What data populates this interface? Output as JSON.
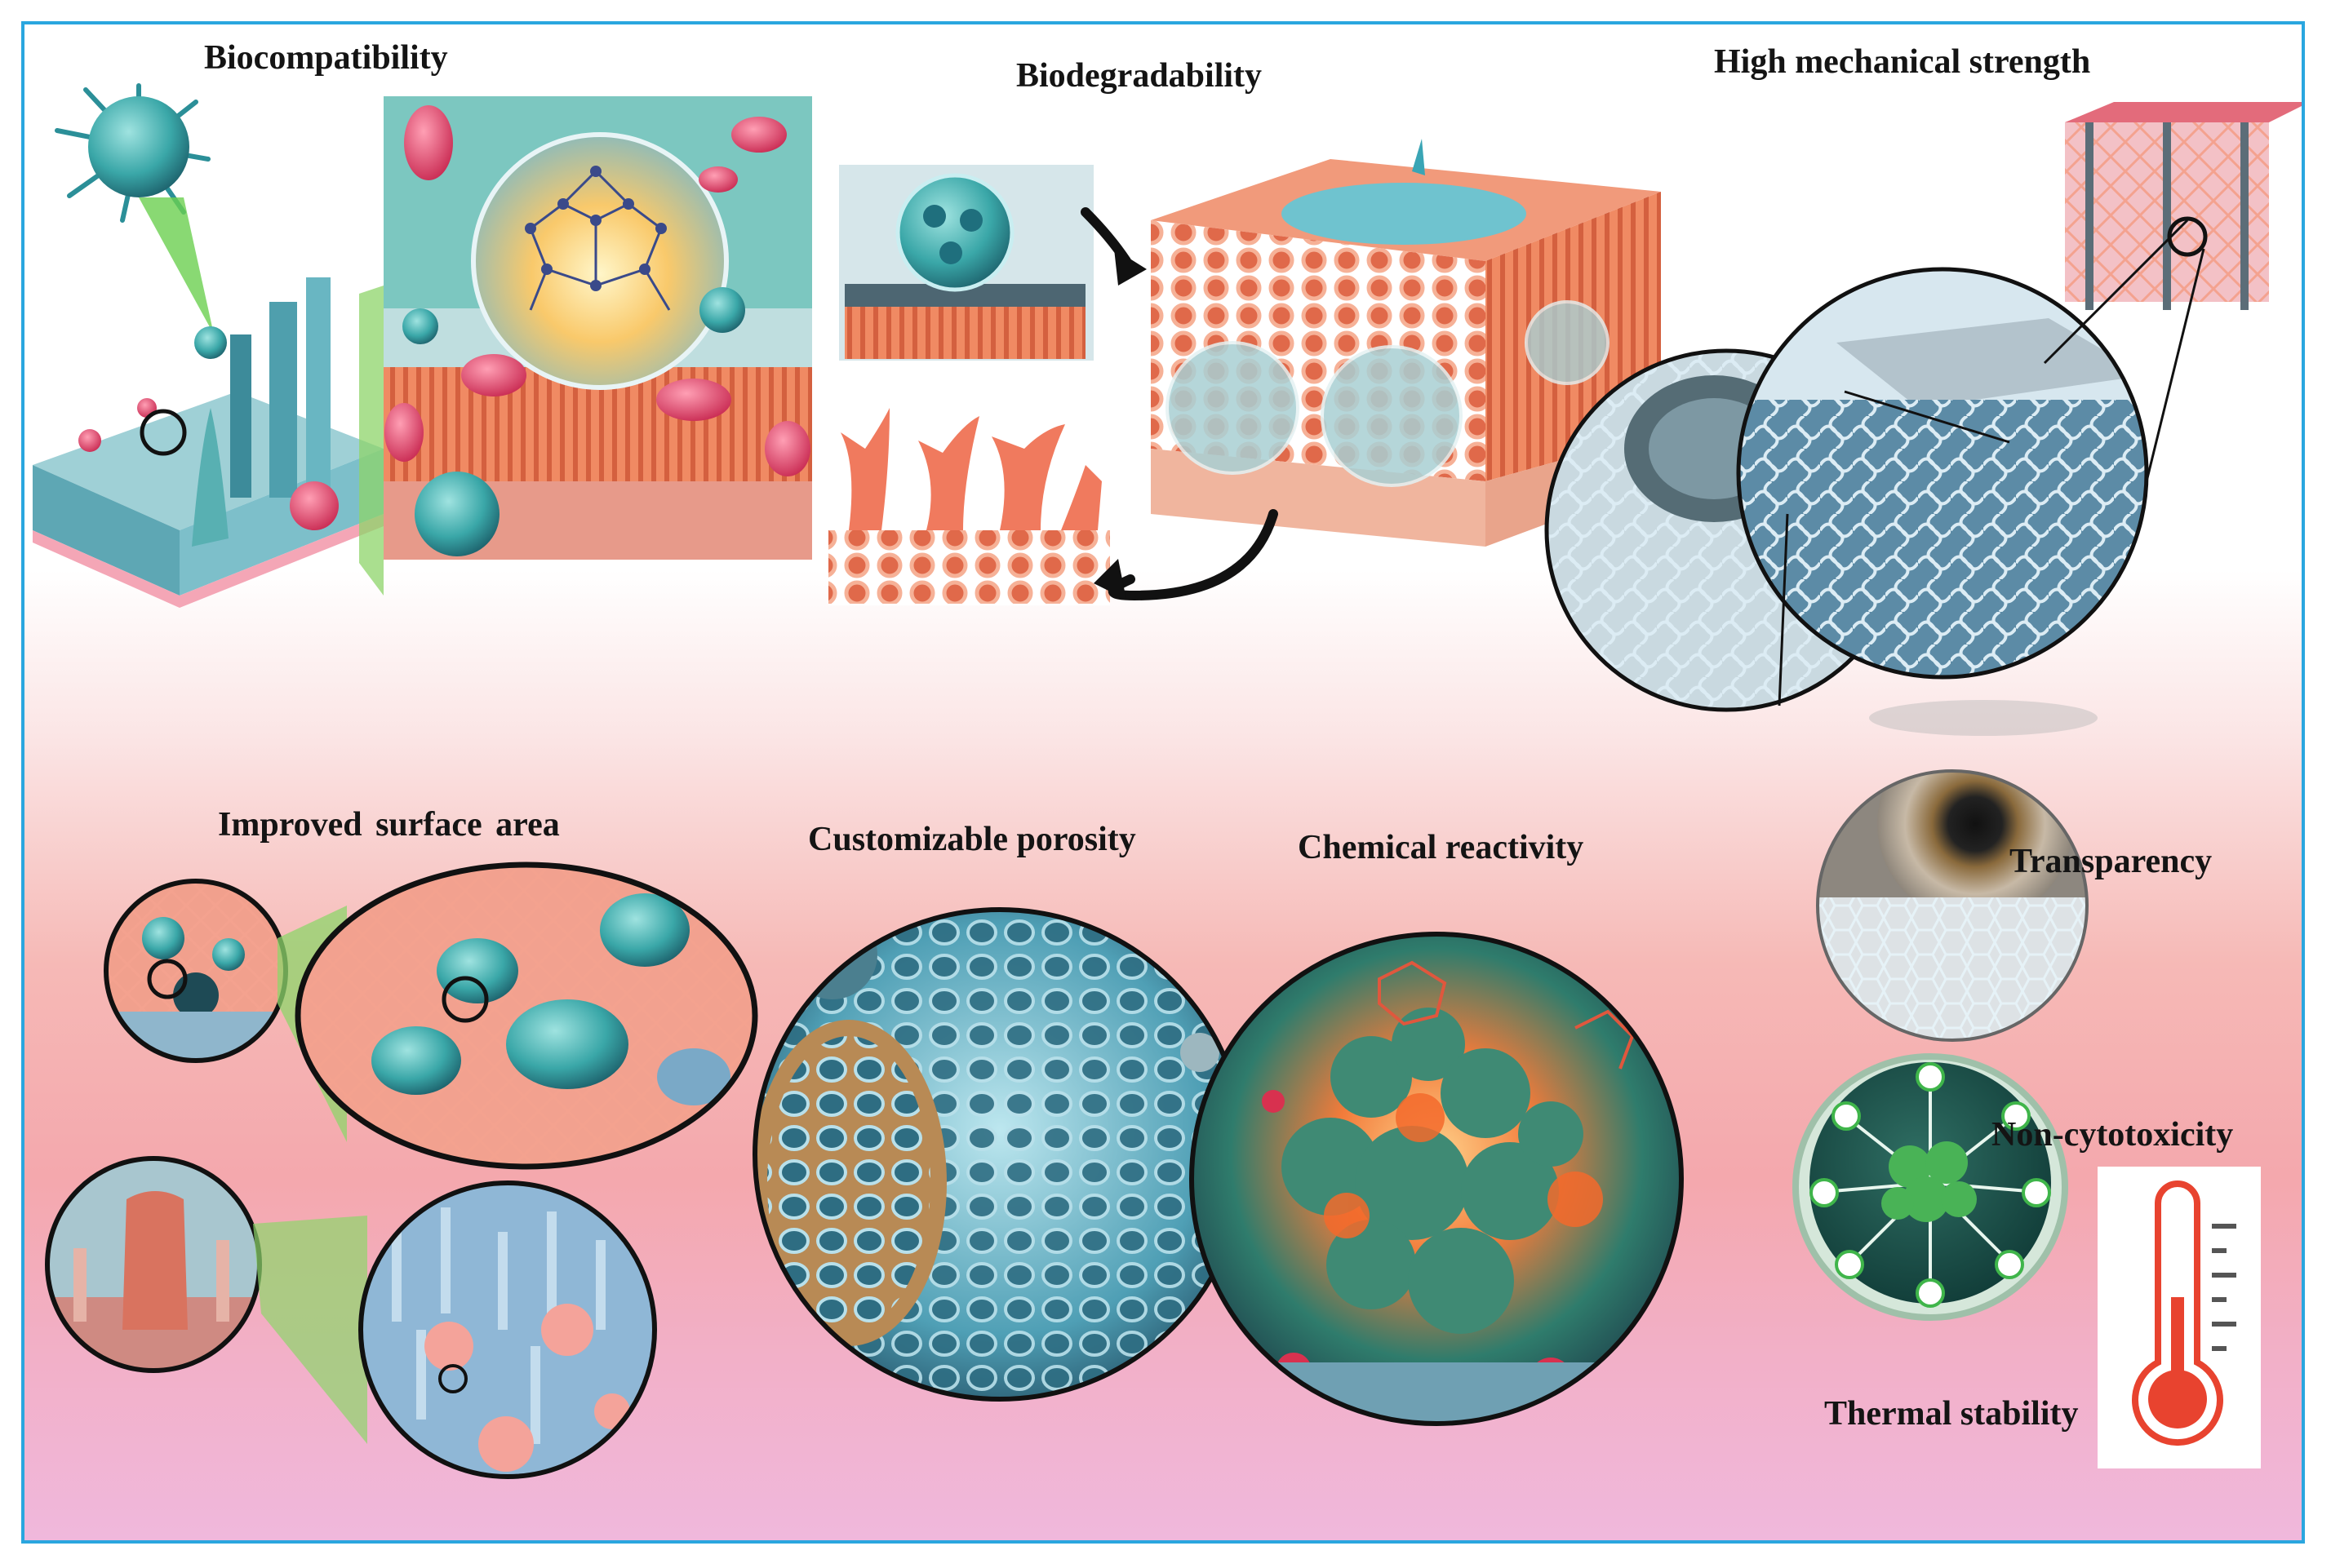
{
  "labels": {
    "biocompatibility": "Biocompatibility",
    "biodegradability": "Biodegradability",
    "mechanical": "High mechanical strength",
    "surface": "Improved surface area",
    "porosity": "Customizable porosity",
    "reactivity": "Chemical reactivity",
    "transparency": "Transparency",
    "noncyto": "Non-cytotoxicity",
    "thermal": "Thermal stability"
  },
  "colors": {
    "frame": "#2aa6df",
    "teal": "#3aa7a8",
    "coral": "#f07a5e",
    "blood": "#e2456b",
    "steel": "#8fb3c9",
    "thermo": "#e8432f",
    "check": "#3fb54a"
  },
  "icons": [
    "cell-icon",
    "blood-cell-icon",
    "scaffold-icon",
    "arrow-icon",
    "eye-icon",
    "check-icon",
    "thermometer-icon"
  ]
}
